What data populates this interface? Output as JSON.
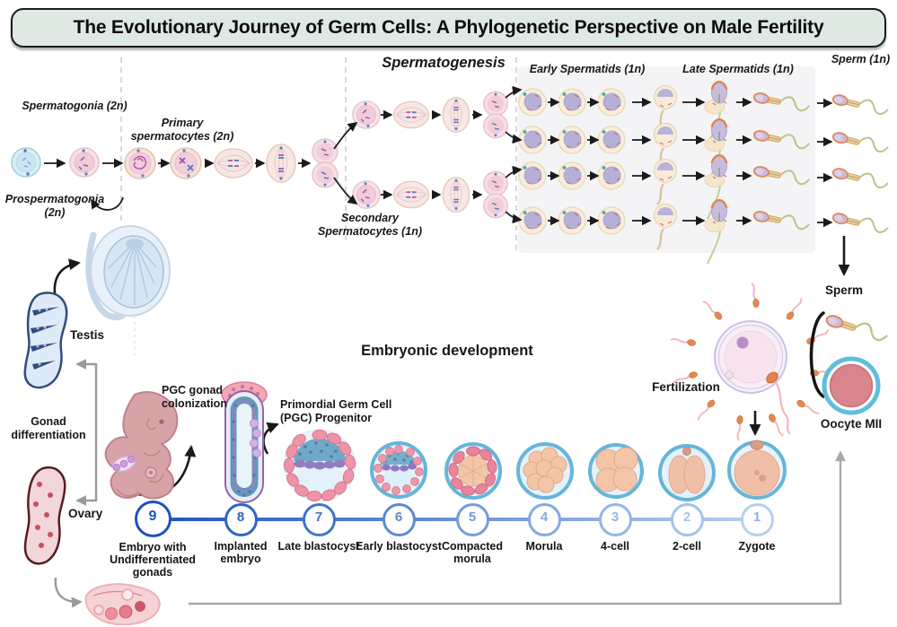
{
  "title": "The Evolutionary Journey of Germ Cells: A Phylogenetic Perspective on Male Fertility",
  "spermatogenesis": {
    "heading": "Spermatogenesis",
    "stage_labels": {
      "prospermatogonia": "Prospermatogonia (2n)",
      "spermatogonia": "Spermatogonia (2n)",
      "primary_spermatocytes": "Primary spermatocytes (2n)",
      "secondary_spermatocytes": "Secondary Spermatocytes (1n)",
      "early_spermatids": "Early Spermatids (1n)",
      "late_spermatids": "Late Spermatids (1n)",
      "sperm_1n": "Sperm (1n)",
      "sperm": "Sperm"
    }
  },
  "anatomy": {
    "testis": "Testis",
    "ovary": "Ovary",
    "gonad_differentiation": "Gonad differentiation"
  },
  "embryonic": {
    "heading": "Embryonic development",
    "pgc_colonization": "PGC gonad colonization",
    "pgc_progenitor": "Primordial Germ Cell (PGC) Progenitor",
    "fertilization": "Fertilization",
    "oocyte_mii": "Oocyte MII"
  },
  "timeline": {
    "stages": [
      {
        "number": "9",
        "label": "Embryo with Undifferentiated gonads"
      },
      {
        "number": "8",
        "label": "Implanted embryo"
      },
      {
        "number": "7",
        "label": "Late blastocyst"
      },
      {
        "number": "6",
        "label": "Early blastocyst"
      },
      {
        "number": "5",
        "label": "Compacted morula"
      },
      {
        "number": "4",
        "label": "Morula"
      },
      {
        "number": "3",
        "label": "4-cell"
      },
      {
        "number": "2",
        "label": "2-cell"
      },
      {
        "number": "1",
        "label": "Zygote"
      }
    ]
  },
  "colors": {
    "banner_bg": "#dfe9e3",
    "banner_border": "#1b1b1b",
    "timeline_dark": "#1d53bd",
    "timeline_light": "#b5cfee",
    "dashed_divider": "#cbcbcb",
    "connector_gray": "#9a9a9a",
    "embryo_ring_blue": "#66b5d9",
    "cell_pink": "#f7e2e8",
    "cell_blue": "#daeef5"
  }
}
